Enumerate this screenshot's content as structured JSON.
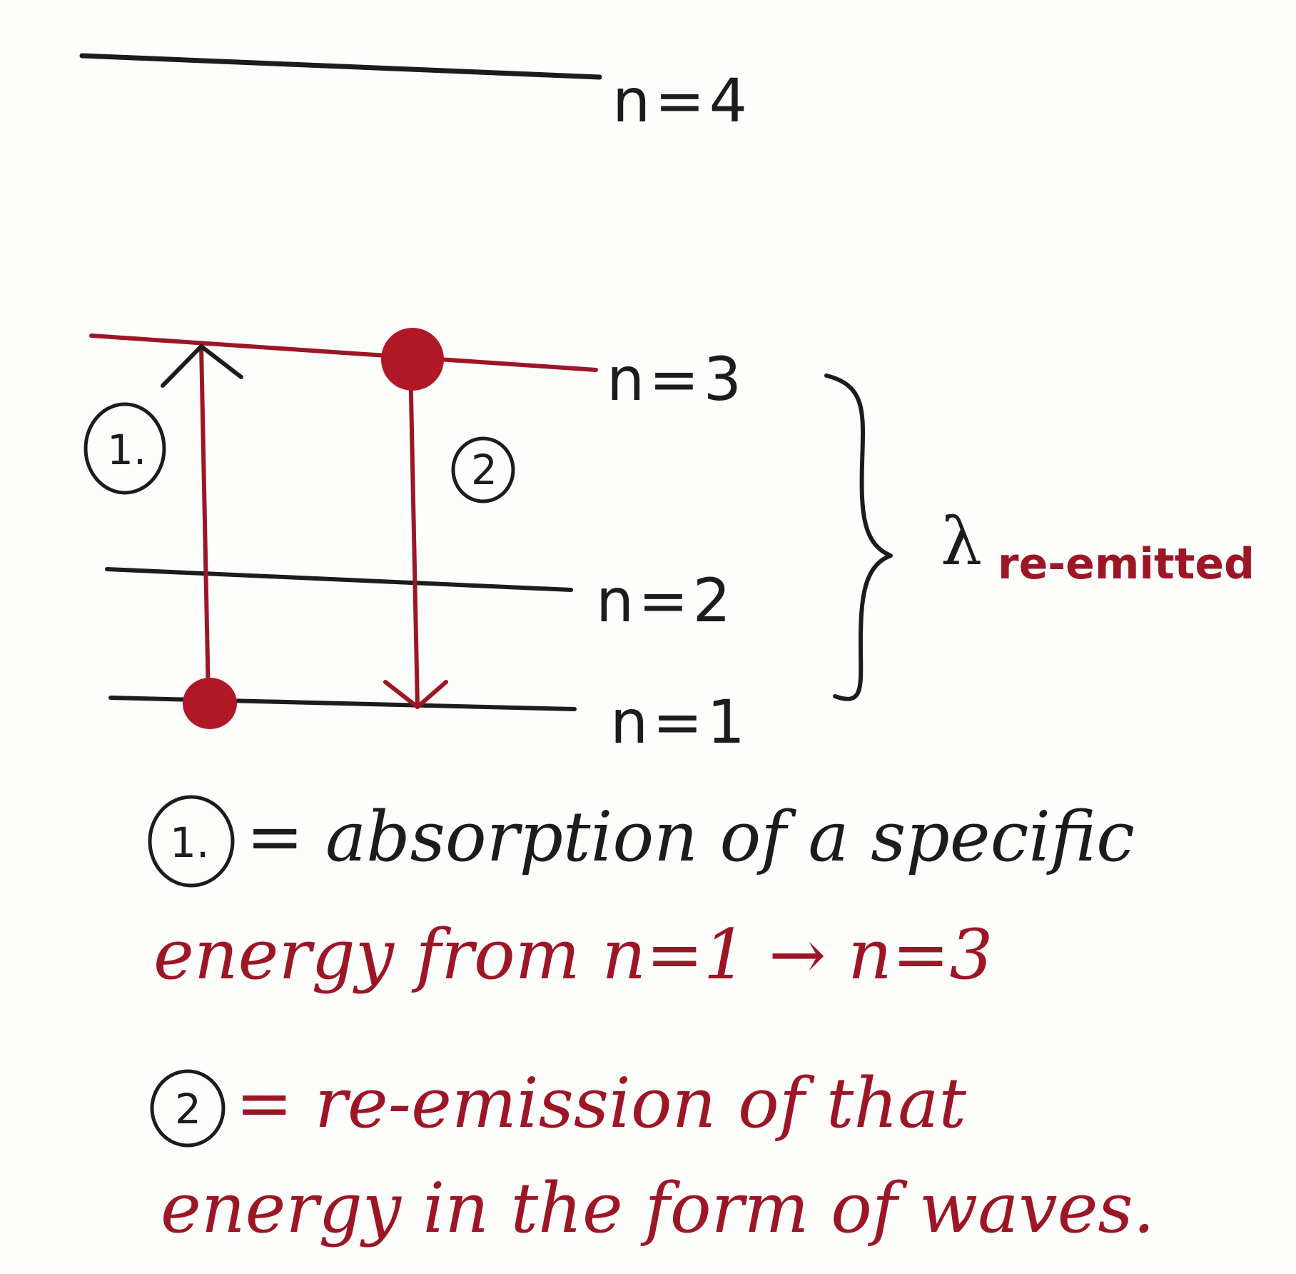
{
  "colors": {
    "ink_black": "#1c1c1c",
    "ink_red": "#9c1626",
    "electron": "#b01828",
    "paper": "#fdfdfb"
  },
  "levels": [
    {
      "label": "n=4"
    },
    {
      "label": "n=3"
    },
    {
      "label": "n=2"
    },
    {
      "label": "n=1"
    }
  ],
  "transitions": [
    {
      "number": "1.",
      "direction": "up"
    },
    {
      "number": "2",
      "direction": "down"
    }
  ],
  "brace_label": {
    "symbol": "λ",
    "subscript": "re-emitted"
  },
  "notes": [
    {
      "number": "1.",
      "lines": [
        "= absorption of a specific",
        "energy from n=1 → n=3"
      ]
    },
    {
      "number": "2",
      "lines": [
        "= re-emission of that",
        "energy in the form of waves."
      ]
    }
  ]
}
